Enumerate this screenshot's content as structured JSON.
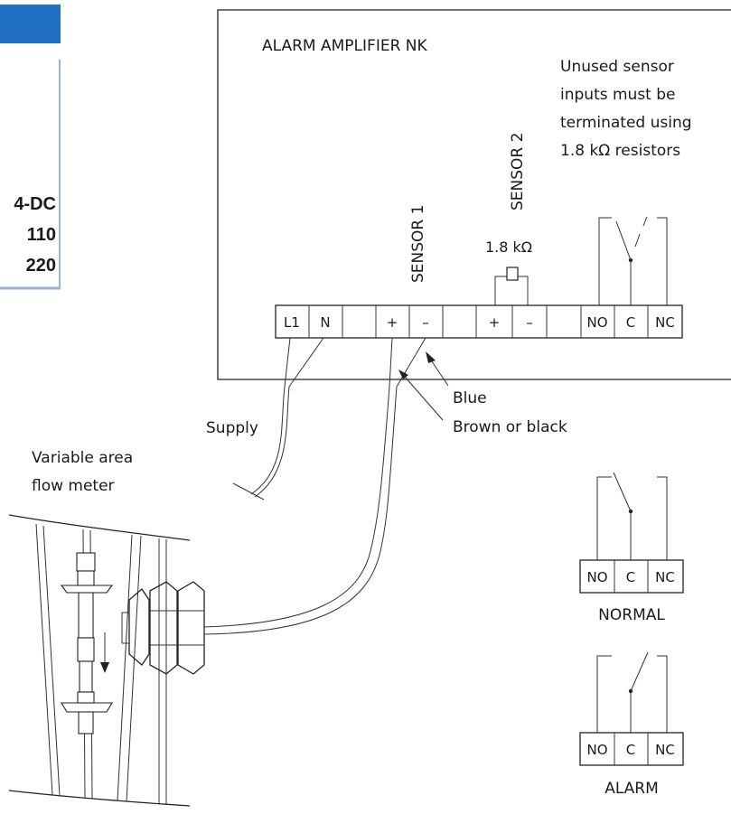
{
  "header_bar": {
    "color": "#1f6fc5"
  },
  "side_panel": {
    "lines": [
      "4-DC",
      "110",
      "220"
    ]
  },
  "amplifier": {
    "title": "ALARM AMPLIFIER NK",
    "note": [
      "Unused sensor",
      "inputs must be",
      "terminated using",
      "1.8 kΩ resistors"
    ],
    "sensor1_label": "SENSOR 1",
    "sensor2_label": "SENSOR 2",
    "resistor_label": "1.8 kΩ",
    "terminals": [
      "L1",
      "N",
      "",
      "+",
      "–",
      "",
      "+",
      "–",
      "",
      "NO",
      "C",
      "NC"
    ]
  },
  "wiring": {
    "blue_label": "Blue",
    "brown_label": "Brown or black",
    "supply_label": "Supply"
  },
  "flow_meter": {
    "label_lines": [
      "Variable area",
      "flow meter"
    ]
  },
  "states": {
    "normal": {
      "label": "NORMAL",
      "terminals": [
        "NO",
        "C",
        "NC"
      ]
    },
    "alarm": {
      "label": "ALARM",
      "terminals": [
        "NO",
        "C",
        "NC"
      ]
    }
  }
}
